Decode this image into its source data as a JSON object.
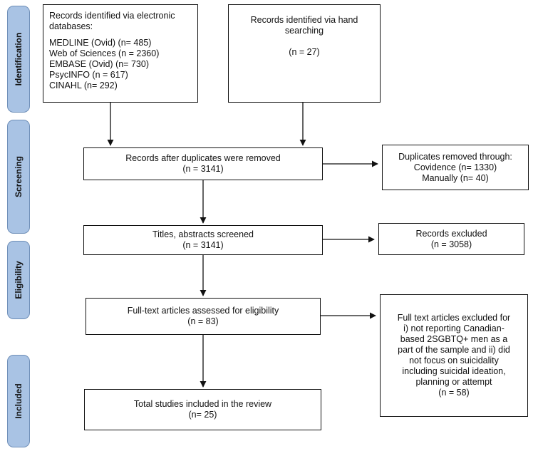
{
  "phases": {
    "identification": "Identification",
    "screening": "Screening",
    "eligibility": "Eligibility",
    "included": "Included"
  },
  "boxes": {
    "electronic_db": {
      "heading": [
        "Records identified via electronic",
        "databases:"
      ],
      "items": [
        "MEDLINE (Ovid) (n= 485)",
        "Web of Sciences (n = 2360)",
        "EMBASE (Ovid) (n= 730)",
        "PsycINFO (n = 617)",
        "CINAHL (n= 292)"
      ]
    },
    "hand_search": {
      "lines": [
        "Records identified via hand",
        "searching",
        "",
        "(n = 27)"
      ]
    },
    "after_duplicates": {
      "lines": [
        "Records after duplicates were removed",
        "(n = 3141)"
      ]
    },
    "duplicates_removed": {
      "lines": [
        "Duplicates removed through:",
        "Covidence (n= 1330)",
        "Manually (n= 40)"
      ]
    },
    "screened": {
      "lines": [
        "Titles, abstracts screened",
        "(n = 3141)"
      ]
    },
    "records_excluded": {
      "lines": [
        "Records excluded",
        "(n = 3058)"
      ]
    },
    "fulltext_assessed": {
      "lines": [
        "Full-text articles assessed for eligibility",
        "(n = 83)"
      ]
    },
    "fulltext_excluded": {
      "lines": [
        "Full text articles excluded for",
        "i) not reporting Canadian-",
        "based 2SGBTQ+ men as a",
        "part of the sample and ii) did",
        "not focus on suicidality",
        "including suicidal ideation,",
        "planning or attempt",
        "(n = 58)"
      ]
    },
    "included_studies": {
      "lines": [
        "Total studies included in the review",
        "(n= 25)"
      ]
    }
  }
}
